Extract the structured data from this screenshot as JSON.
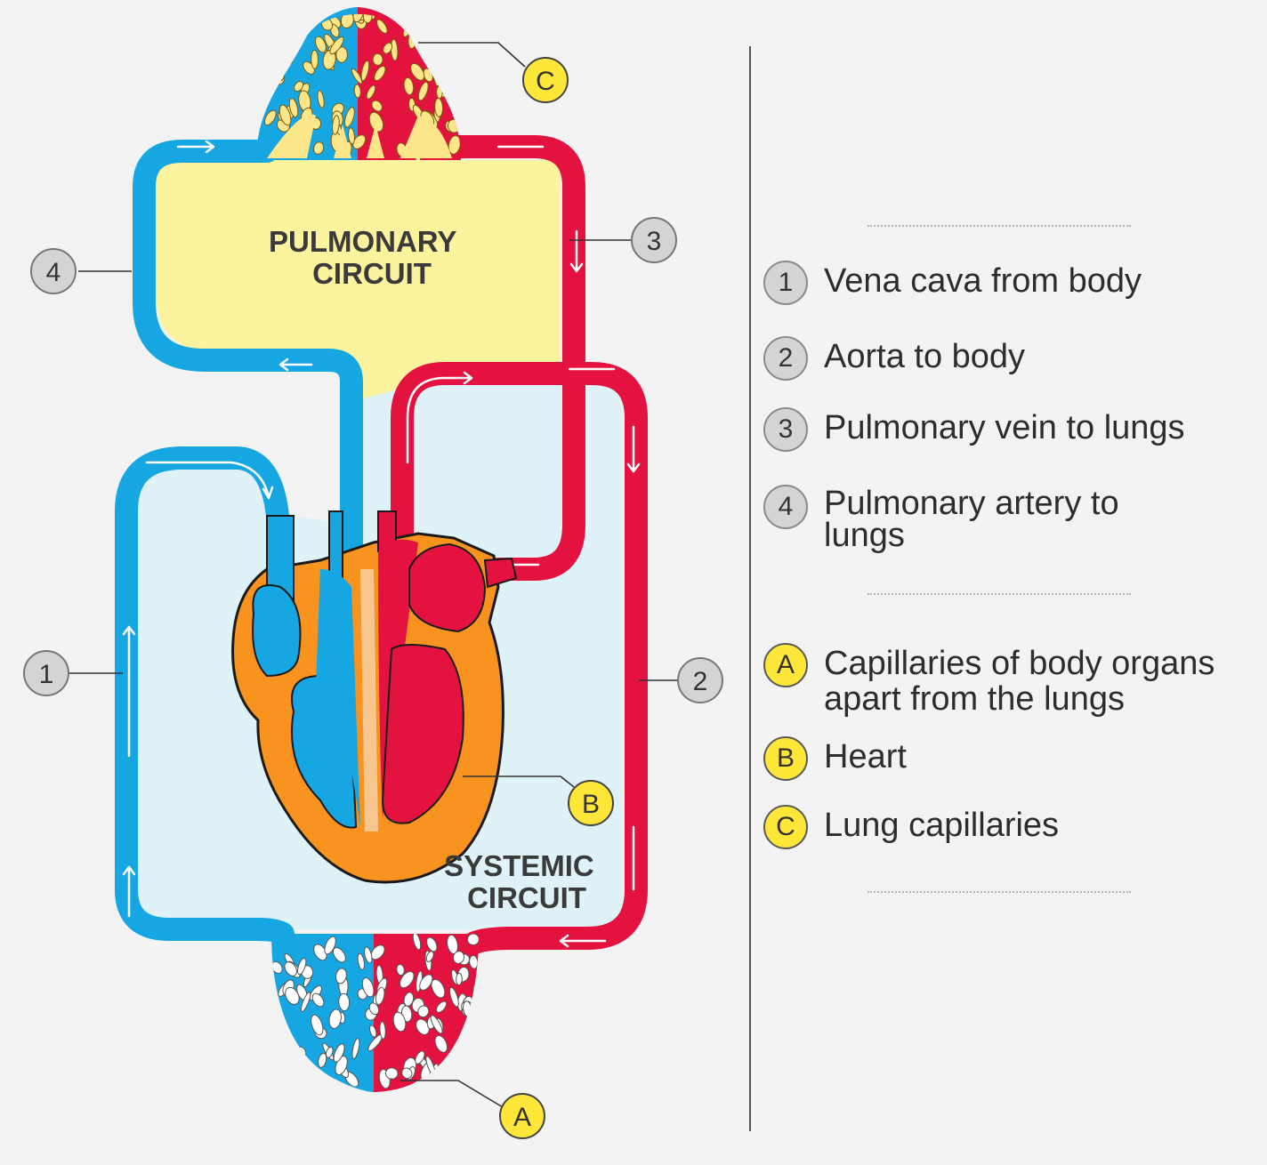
{
  "diagram": {
    "pulmonary_label": [
      "PULMONARY",
      "CIRCUIT"
    ],
    "systemic_label": [
      "SYSTEMIC",
      "CIRCUIT"
    ],
    "colors": {
      "deoxygenated": "#16a6e2",
      "oxygenated": "#e3123f",
      "pulmonary_region": "#fbf39e",
      "systemic_region": "#dff2f8",
      "heart_wall": "#f7931e",
      "capillary_spots": "#fde58a",
      "number_badge": "#d4d4d4",
      "letter_badge": "#ffe73a"
    },
    "callouts": [
      {
        "id": "1",
        "kind": "number"
      },
      {
        "id": "2",
        "kind": "number"
      },
      {
        "id": "3",
        "kind": "number"
      },
      {
        "id": "4",
        "kind": "number"
      },
      {
        "id": "A",
        "kind": "letter"
      },
      {
        "id": "B",
        "kind": "letter"
      },
      {
        "id": "C",
        "kind": "letter"
      }
    ]
  },
  "legend": {
    "vessels": [
      {
        "badge": "1",
        "text": "Vena cava from body"
      },
      {
        "badge": "2",
        "text": "Aorta to body"
      },
      {
        "badge": "3",
        "text": "Pulmonary vein to lungs"
      },
      {
        "badge": "4",
        "text": "Pulmonary artery to\nlungs"
      }
    ],
    "structures": [
      {
        "badge": "A",
        "text": "Capillaries of body organs\napart from the lungs"
      },
      {
        "badge": "B",
        "text": "Heart"
      },
      {
        "badge": "C",
        "text": "Lung capillaries"
      }
    ]
  }
}
